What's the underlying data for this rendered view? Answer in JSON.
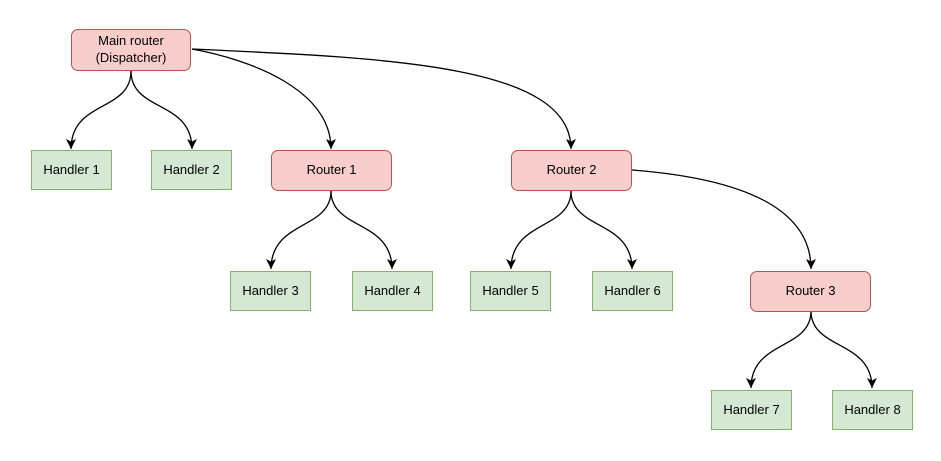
{
  "diagram": {
    "type": "tree",
    "nodes": {
      "main_router": {
        "label": "Main router\n(Dispatcher)",
        "type": "router"
      },
      "handler_1": {
        "label": "Handler 1",
        "type": "handler"
      },
      "handler_2": {
        "label": "Handler 2",
        "type": "handler"
      },
      "router_1": {
        "label": "Router 1",
        "type": "router"
      },
      "router_2": {
        "label": "Router 2",
        "type": "router"
      },
      "handler_3": {
        "label": "Handler 3",
        "type": "handler"
      },
      "handler_4": {
        "label": "Handler 4",
        "type": "handler"
      },
      "handler_5": {
        "label": "Handler 5",
        "type": "handler"
      },
      "handler_6": {
        "label": "Handler 6",
        "type": "handler"
      },
      "router_3": {
        "label": "Router 3",
        "type": "router"
      },
      "handler_7": {
        "label": "Handler 7",
        "type": "handler"
      },
      "handler_8": {
        "label": "Handler 8",
        "type": "handler"
      }
    },
    "edges": [
      {
        "from": "main_router",
        "to": "handler_1"
      },
      {
        "from": "main_router",
        "to": "handler_2"
      },
      {
        "from": "main_router",
        "to": "router_1"
      },
      {
        "from": "main_router",
        "to": "router_2"
      },
      {
        "from": "router_1",
        "to": "handler_3"
      },
      {
        "from": "router_1",
        "to": "handler_4"
      },
      {
        "from": "router_2",
        "to": "handler_5"
      },
      {
        "from": "router_2",
        "to": "handler_6"
      },
      {
        "from": "router_2",
        "to": "router_3"
      },
      {
        "from": "router_3",
        "to": "handler_7"
      },
      {
        "from": "router_3",
        "to": "handler_8"
      }
    ],
    "colors": {
      "router_fill": "#f8cecc",
      "router_stroke": "#b85450",
      "handler_fill": "#d5e8d4",
      "handler_stroke": "#82b366",
      "edge_stroke": "#000000",
      "background": "#ffffff",
      "text": "#000000"
    }
  }
}
